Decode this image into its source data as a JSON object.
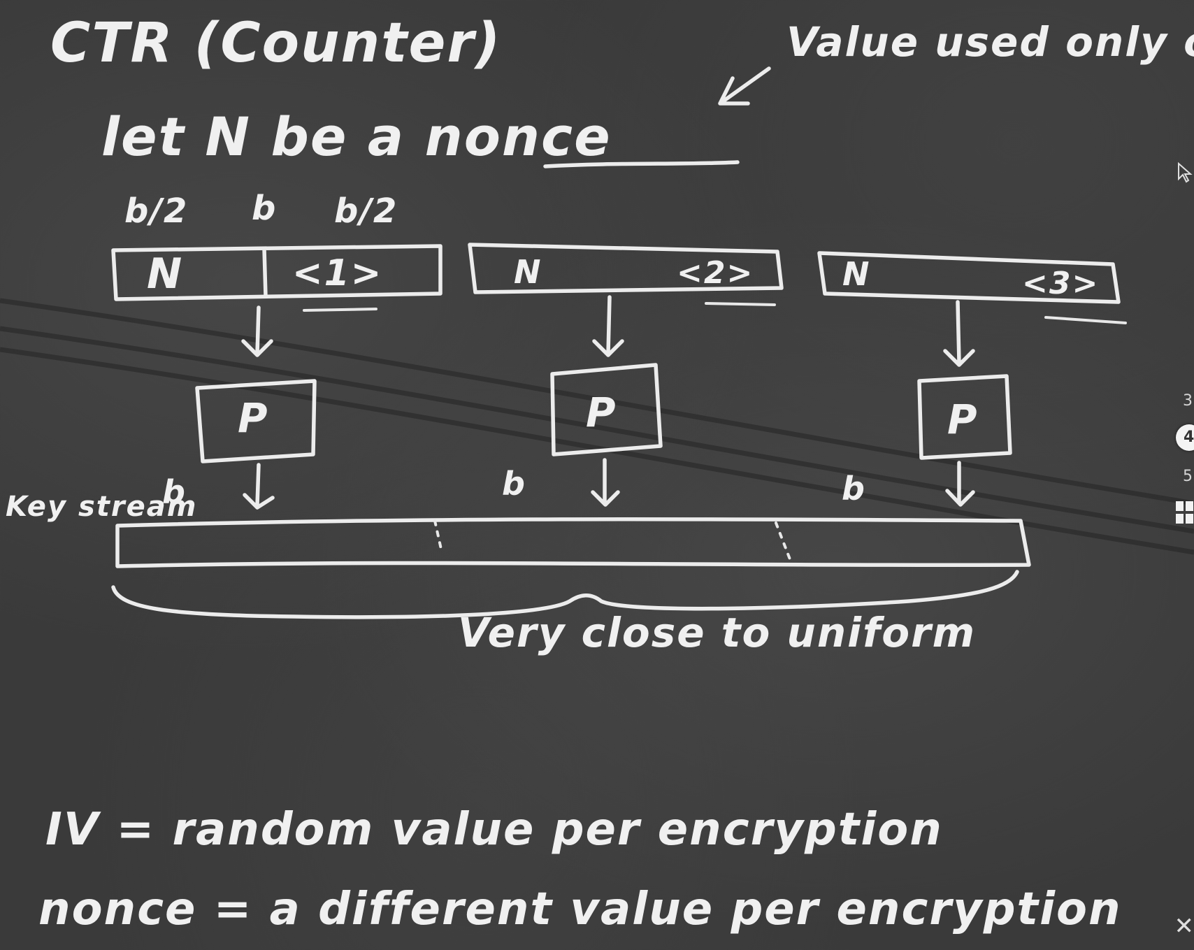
{
  "title": "CTR (Counter)",
  "nonce_definition": "Value used only once",
  "intro_line": "let N be a nonce",
  "bit_labels": {
    "half_left": "b/2",
    "full": "b",
    "half_right": "b/2"
  },
  "blocks": [
    {
      "nonce": "N",
      "counter": "<1>"
    },
    {
      "nonce": "N",
      "counter": "<2>"
    },
    {
      "nonce": "N",
      "counter": "<3>"
    }
  ],
  "permutation_label": "P",
  "output_width_label": "b",
  "keystream_label": "Key stream",
  "brace_caption": "Very close to uniform",
  "iv_line": "IV = random value per encryption",
  "nonce_line": "nonce = a different value per encryption",
  "slide_nav": {
    "prev": "3",
    "current": "4",
    "next": "5"
  },
  "icons": [
    "cursor-icon",
    "grid-icon",
    "close-icon"
  ]
}
